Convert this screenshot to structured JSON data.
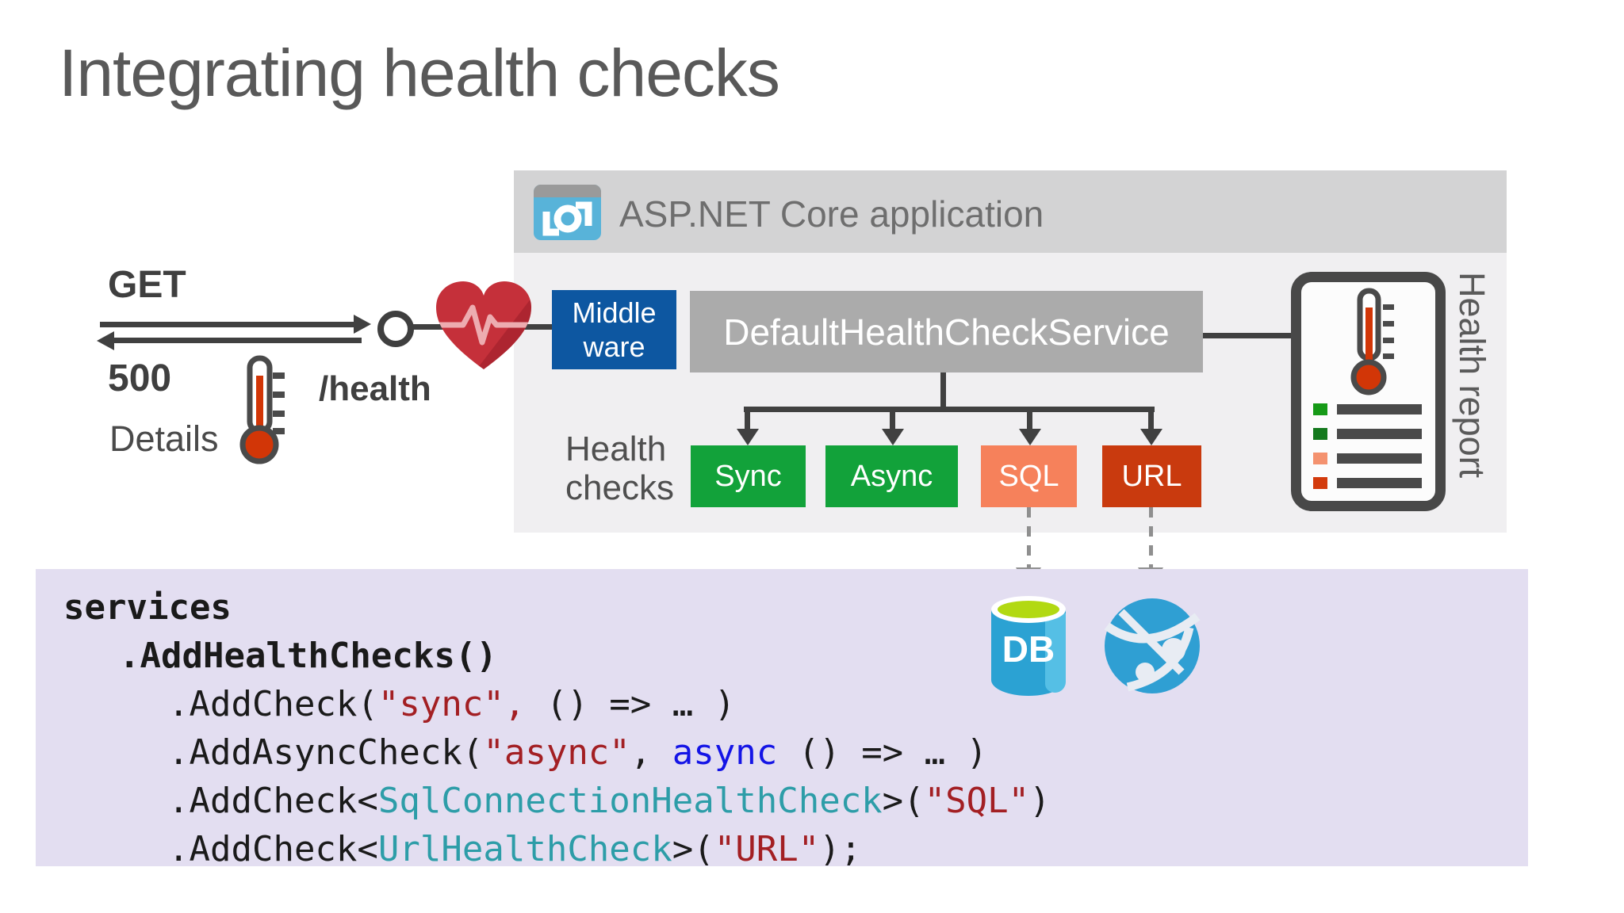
{
  "title": "Integrating health checks",
  "app": {
    "header_label": "ASP.NET Core application",
    "middleware": {
      "line1": "Middle",
      "line2": "ware"
    },
    "service_label": "DefaultHealthCheckService",
    "checks_label": {
      "line1": "Health",
      "line2": "checks"
    },
    "checks": [
      {
        "label": "Sync",
        "color": "#12a23a"
      },
      {
        "label": "Async",
        "color": "#12a23a"
      },
      {
        "label": "SQL",
        "color": "#f6815b"
      },
      {
        "label": "URL",
        "color": "#c93a0e"
      }
    ]
  },
  "client": {
    "method": "GET",
    "status_code": "500",
    "details_label": "Details",
    "endpoint": "/health"
  },
  "report": {
    "label": "Health report",
    "rows": [
      {
        "color": "#169a17"
      },
      {
        "color": "#14791d"
      },
      {
        "color": "#f4926f"
      },
      {
        "color": "#d33a0c"
      }
    ]
  },
  "resources": {
    "database_label": "DB"
  },
  "code": {
    "palette": {
      "plain": "#1a1a1a",
      "string": "#a31f23",
      "keyword": "#1414e6",
      "type": "#2d9da8"
    },
    "lines": [
      {
        "bold": true,
        "indent": 0,
        "segments": [
          {
            "type": "plain",
            "text": "services"
          }
        ]
      },
      {
        "bold": true,
        "indent": 1,
        "segments": [
          {
            "type": "plain",
            "text": ".AddHealthChecks()"
          }
        ]
      },
      {
        "bold": false,
        "indent": 2,
        "segments": [
          {
            "type": "plain",
            "text": ".AddCheck("
          },
          {
            "type": "string",
            "text": "\"sync\","
          },
          {
            "type": "plain",
            "text": " () => … )"
          }
        ]
      },
      {
        "bold": false,
        "indent": 2,
        "segments": [
          {
            "type": "plain",
            "text": ".AddAsyncCheck("
          },
          {
            "type": "string",
            "text": "\"async\""
          },
          {
            "type": "plain",
            "text": ", "
          },
          {
            "type": "keyword",
            "text": "async"
          },
          {
            "type": "plain",
            "text": " () => … )"
          }
        ]
      },
      {
        "bold": false,
        "indent": 2,
        "segments": [
          {
            "type": "plain",
            "text": ".AddCheck<"
          },
          {
            "type": "type",
            "text": "SqlConnectionHealthCheck"
          },
          {
            "type": "plain",
            "text": ">("
          },
          {
            "type": "string",
            "text": "\"SQL\""
          },
          {
            "type": "plain",
            "text": ")"
          }
        ]
      },
      {
        "bold": false,
        "indent": 2,
        "segments": [
          {
            "type": "plain",
            "text": ".AddCheck<"
          },
          {
            "type": "type",
            "text": "UrlHealthCheck"
          },
          {
            "type": "plain",
            "text": ">("
          },
          {
            "type": "string",
            "text": "\"URL\""
          },
          {
            "type": "plain",
            "text": ");"
          }
        ]
      }
    ]
  }
}
